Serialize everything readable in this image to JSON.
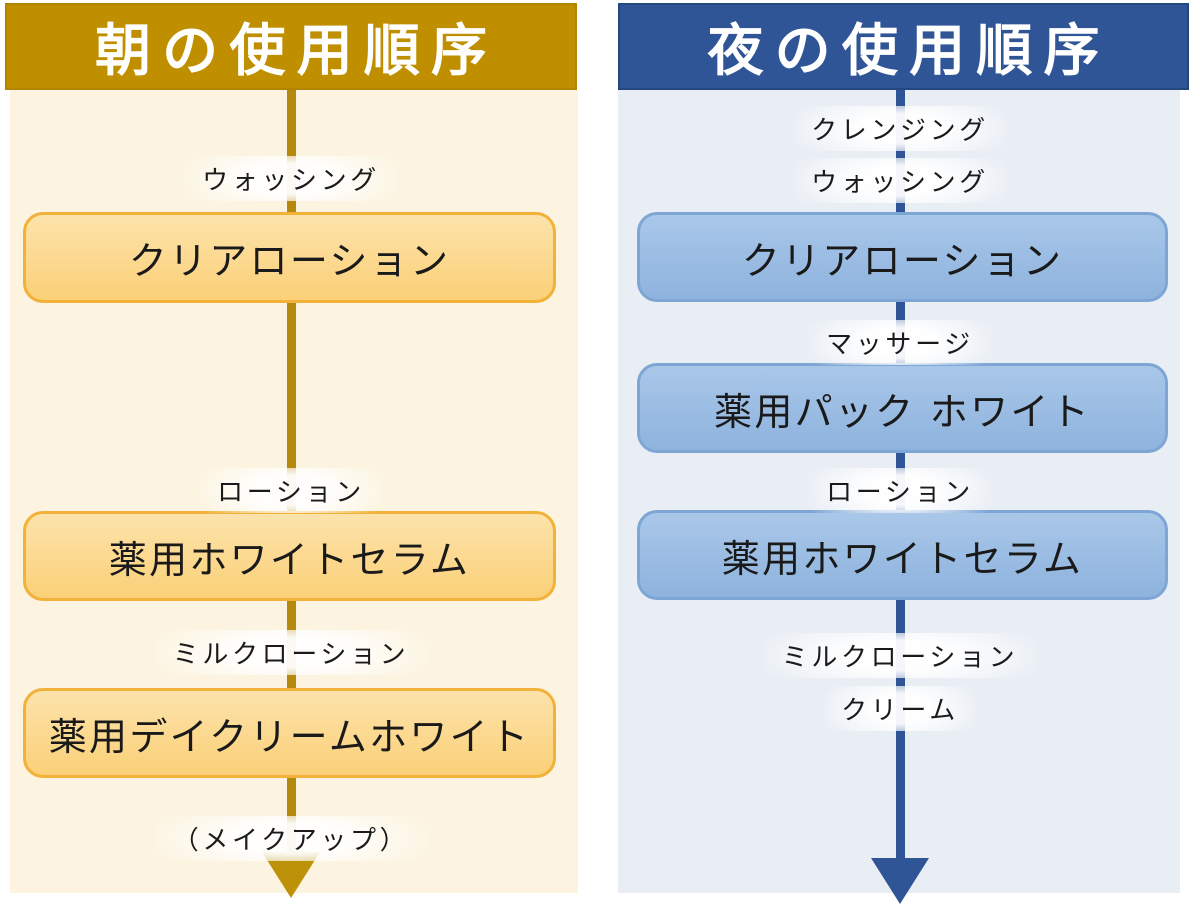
{
  "diagram": {
    "panels": [
      {
        "id": "morning",
        "title": "朝の使用順序",
        "theme": {
          "header_bg": "#BF8F00",
          "header_border": "#B28500",
          "header_text": "#FFFFFF",
          "body_bg": "#FCF4E0",
          "line_color": "#B5890E",
          "arrow_color": "#BD9108",
          "box_border": "#F2B138",
          "box_fill_top": "#FCE3AB",
          "box_fill_bottom": "#FBD078",
          "label_text": "#1A1A1A",
          "box_text": "#1A1A1A"
        },
        "steps": [
          {
            "type": "label",
            "text": "ウォッシング"
          },
          {
            "type": "box",
            "text": "クリアローション"
          },
          {
            "type": "label",
            "text": "ローション"
          },
          {
            "type": "box",
            "text": "薬用ホワイトセラム"
          },
          {
            "type": "label",
            "text": "ミルクローション"
          },
          {
            "type": "box",
            "text": "薬用デイクリームホワイト"
          },
          {
            "type": "label",
            "text": "（メイクアップ）"
          }
        ],
        "arrow_icon": "down-arrow"
      },
      {
        "id": "night",
        "title": "夜の使用順序",
        "theme": {
          "header_bg": "#2F5597",
          "header_border": "#24477F",
          "header_text": "#FFFFFF",
          "body_bg": "#E9EEF5",
          "line_color": "#2F5597",
          "arrow_color": "#2F5597",
          "box_border": "#7EA6D5",
          "box_fill_top": "#A9C7E9",
          "box_fill_bottom": "#8EB3DE",
          "label_text": "#1A1A1A",
          "box_text": "#1A1A1A"
        },
        "steps": [
          {
            "type": "label",
            "text": "クレンジング"
          },
          {
            "type": "label",
            "text": "ウォッシング"
          },
          {
            "type": "box",
            "text": "クリアローション"
          },
          {
            "type": "label",
            "text": "マッサージ"
          },
          {
            "type": "box",
            "text": "薬用パック ホワイト"
          },
          {
            "type": "label",
            "text": "ローション"
          },
          {
            "type": "box",
            "text": "薬用ホワイトセラム"
          },
          {
            "type": "label",
            "text": "ミルクローション"
          },
          {
            "type": "label",
            "text": "クリーム"
          }
        ],
        "arrow_icon": "down-arrow"
      }
    ]
  }
}
